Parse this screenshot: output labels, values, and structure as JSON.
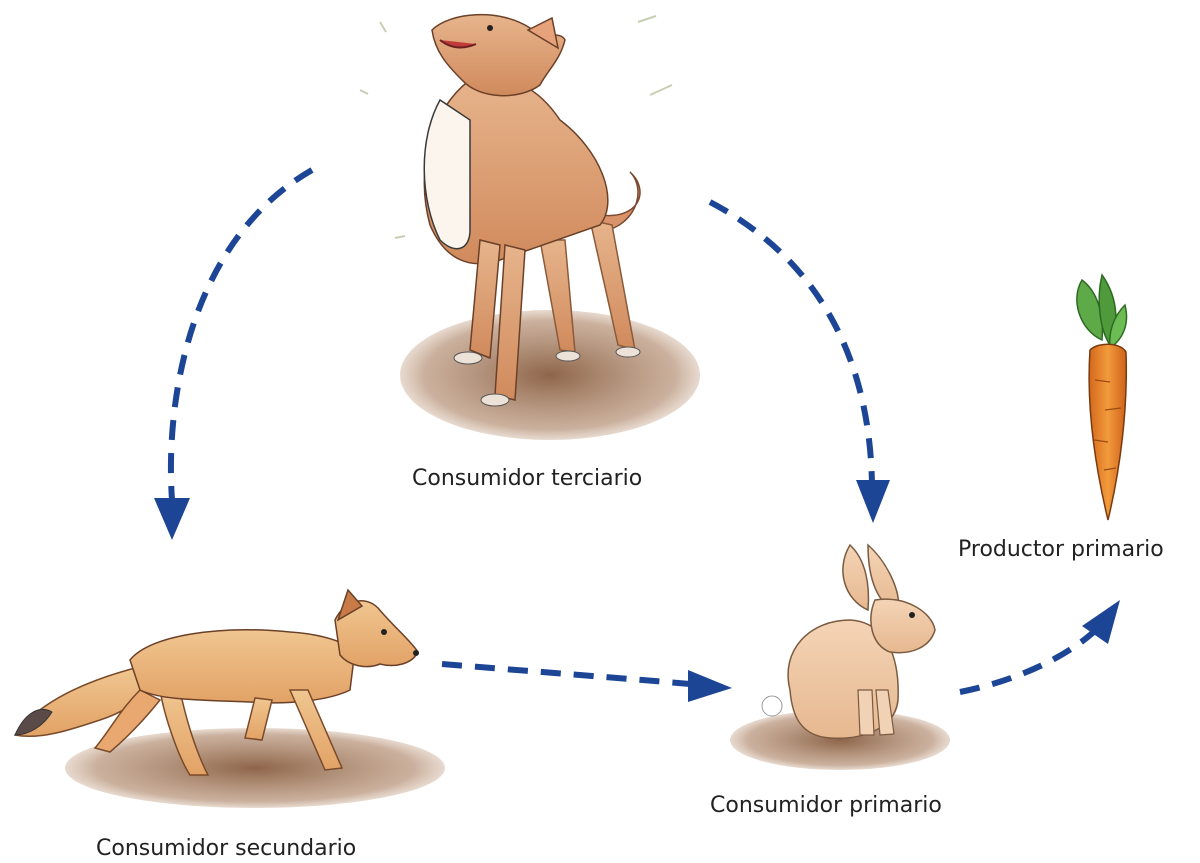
{
  "organisms": {
    "tertiary": {
      "label": "Consumidor terciario",
      "icon": "wolf-illustration"
    },
    "secondary": {
      "label": "Consumidor secundario",
      "icon": "fox-illustration"
    },
    "primary": {
      "label": "Consumidor primario",
      "icon": "rabbit-illustration"
    },
    "producer": {
      "label": "Productor primario",
      "icon": "carrot-illustration"
    }
  },
  "arrows": [
    {
      "from": "tertiary",
      "to": "secondary"
    },
    {
      "from": "tertiary",
      "to": "primary"
    },
    {
      "from": "secondary",
      "to": "primary"
    },
    {
      "from": "primary",
      "to": "producer"
    }
  ],
  "colors": {
    "arrow": "#1c4596",
    "ground": "#8a5a3a",
    "fur": "#e0a77e",
    "carrot": "#e8832c",
    "leaf": "#4f9a3a"
  }
}
